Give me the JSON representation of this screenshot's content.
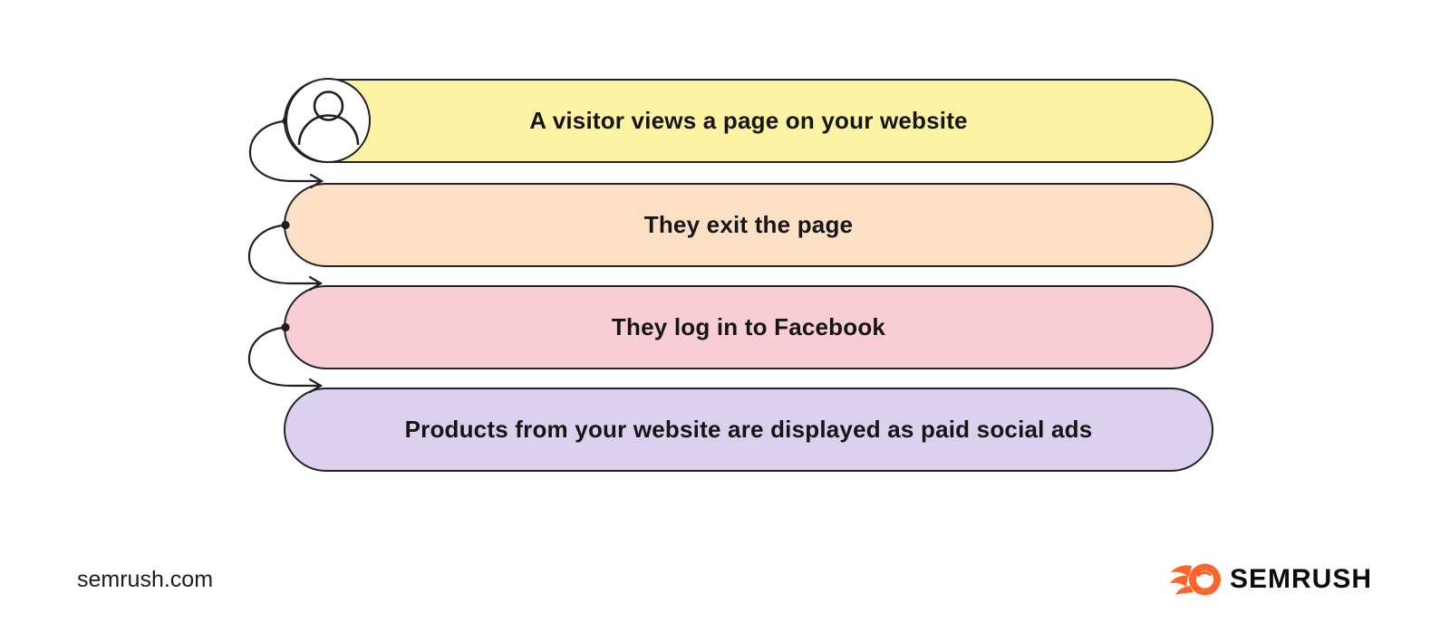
{
  "canvas": {
    "background": "#ffffff"
  },
  "diagram": {
    "title_implied": "retargeting-flow",
    "steps": [
      {
        "label": "A visitor views a page on your website",
        "fill": "#FBF2A4"
      },
      {
        "label": "They exit the page",
        "fill": "#FCE0C5"
      },
      {
        "label": "They log in to Facebook",
        "fill": "#F9CDD6"
      },
      {
        "label": "Products from your website are displayed as paid social ads",
        "fill": "#DBD1EE"
      }
    ],
    "outline_color": "#232323",
    "text_color": "#151515",
    "connector_color": "#1f1f1f",
    "avatar_icon": "visitor-person-icon"
  },
  "footer": {
    "site_label": "semrush.com",
    "brand_name": "SEMRUSH",
    "brand_color": "#FF642D",
    "brand_icon": "semrush-fireball-icon"
  }
}
